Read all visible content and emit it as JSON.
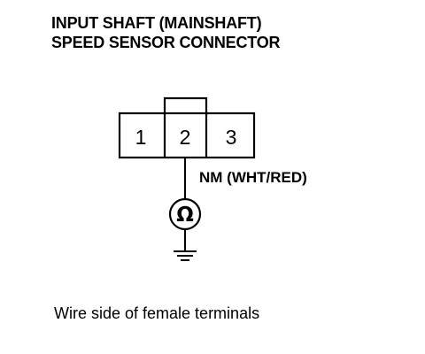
{
  "title": {
    "line1": "INPUT SHAFT (MAINSHAFT)",
    "line2": "SPEED SENSOR CONNECTOR"
  },
  "connector": {
    "terminals": [
      "1",
      "2",
      "3"
    ]
  },
  "wire_label": "NM (WHT/RED)",
  "meter_symbol": "Ω",
  "icons": {
    "meter": "ohmmeter-icon",
    "ground": "ground-icon"
  },
  "caption": "Wire side of female terminals"
}
